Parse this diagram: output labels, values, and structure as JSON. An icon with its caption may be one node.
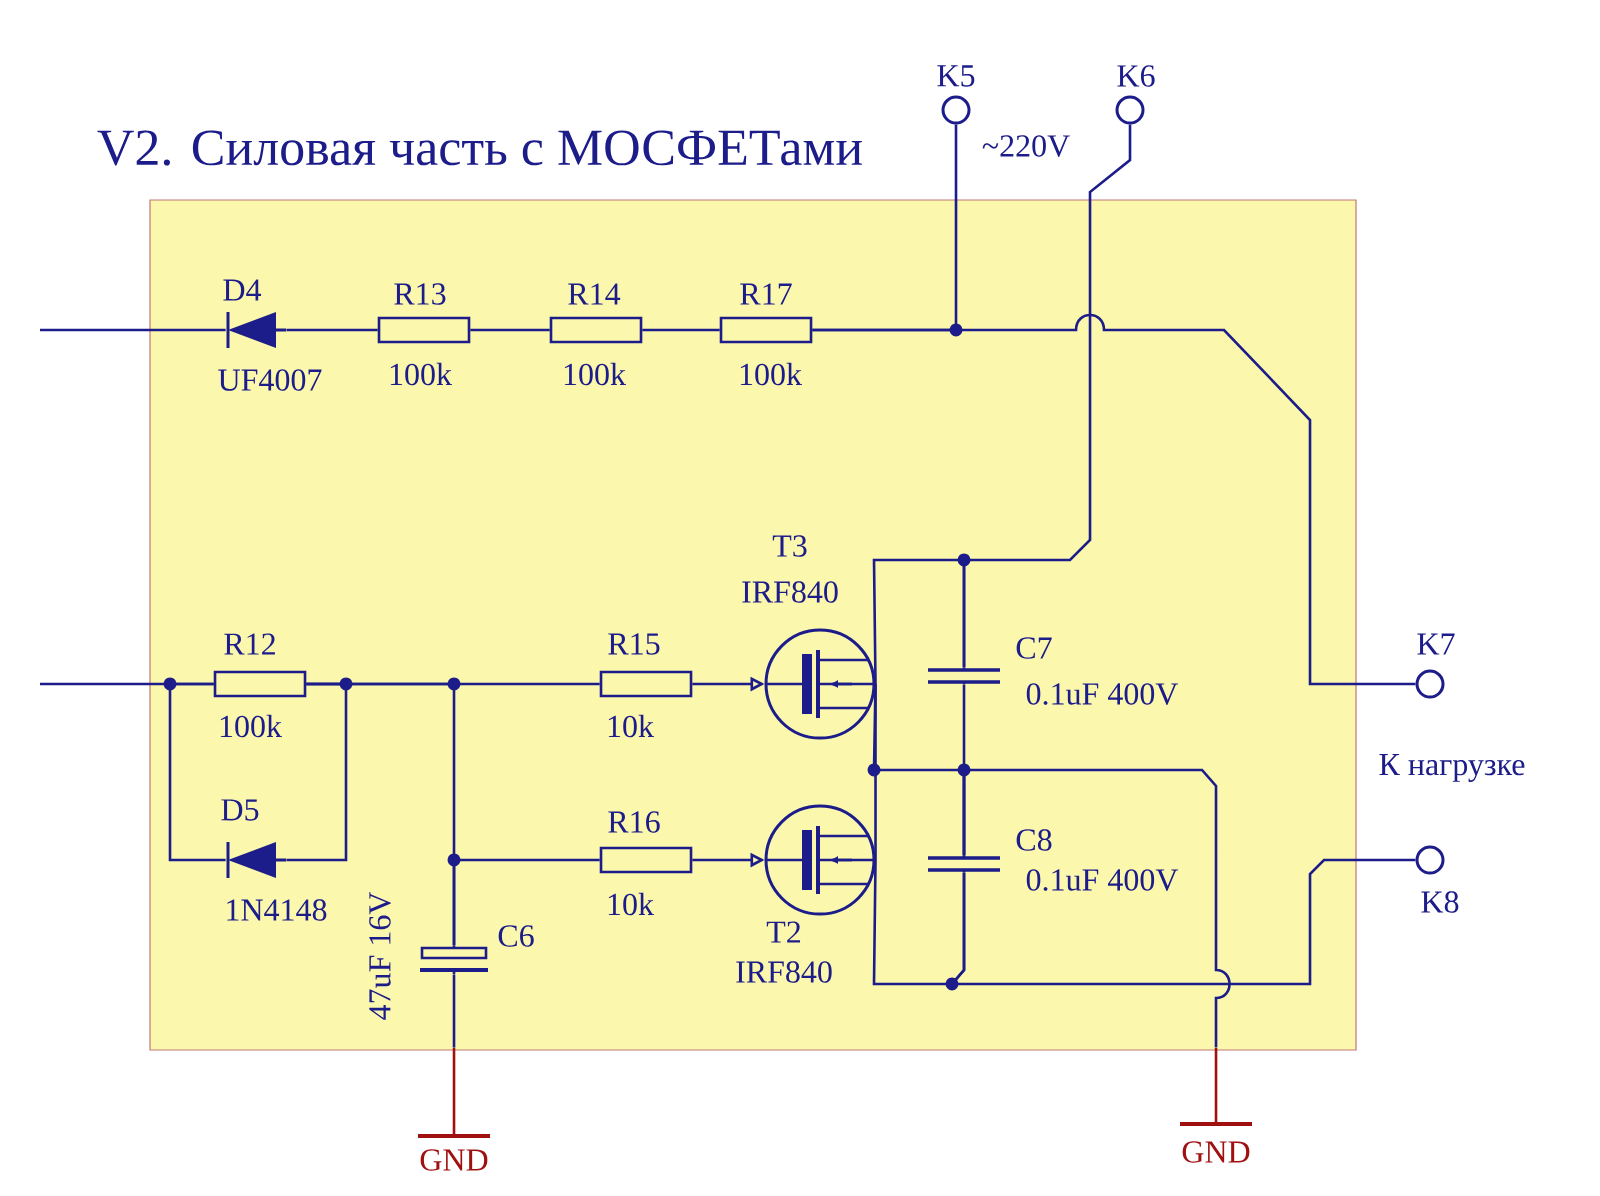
{
  "diagram": {
    "title": "V2. Силовая часть с МОСФЕТами",
    "nodes": [
      {
        "text": [
          "D4",
          "UF4007"
        ]
      },
      {
        "text": [
          "R13",
          "100k"
        ]
      },
      {
        "text": [
          "R14",
          "100k"
        ]
      },
      {
        "text": [
          "R17",
          "100k"
        ]
      },
      {
        "text": [
          "K5"
        ],
        "beside": [
          "~220V"
        ]
      },
      {
        "text": [
          "K6"
        ]
      },
      {
        "text": [
          "R12",
          "100k"
        ]
      },
      {
        "text": [
          "D5",
          "1N4148"
        ]
      },
      {
        "text": [
          "C6",
          "47uF 16V"
        ]
      },
      {
        "text": [
          "R15",
          "10k"
        ]
      },
      {
        "text": [
          "R16",
          "10k"
        ]
      },
      {
        "text": [
          "T3",
          "IRF840"
        ]
      },
      {
        "text": [
          "T2",
          "IRF840"
        ]
      },
      {
        "text": [
          "C7",
          "0.1uF 400V"
        ]
      },
      {
        "text": [
          "C8",
          "0.1uF 400V"
        ]
      },
      {
        "text": [
          "K7"
        ]
      },
      {
        "text": [
          "K8"
        ]
      },
      {
        "text": [
          "GND"
        ]
      },
      {
        "text": [
          "GND"
        ]
      }
    ],
    "edges": [
      {
        "from": null,
        "to": 0,
        "arrow": "none"
      },
      {
        "from": 0,
        "to": 1,
        "arrow": "none"
      },
      {
        "from": 1,
        "to": 2,
        "arrow": "none"
      },
      {
        "from": 2,
        "to": 3,
        "arrow": "none"
      },
      {
        "from": 3,
        "to": 4,
        "arrow": "none"
      },
      {
        "from": 3,
        "to": 15,
        "arrow": "none"
      },
      {
        "from": 5,
        "to": 13,
        "arrow": "none"
      },
      {
        "from": 13,
        "to": 11,
        "arrow": "none"
      },
      {
        "from": null,
        "to": 6,
        "arrow": "none"
      },
      {
        "from": 6,
        "to": 7,
        "arrow": "none"
      },
      {
        "from": 7,
        "to": 6,
        "arrow": "none"
      },
      {
        "from": 6,
        "to": 9,
        "arrow": "none"
      },
      {
        "from": 6,
        "to": 8,
        "arrow": "none"
      },
      {
        "from": 8,
        "to": 10,
        "arrow": "none"
      },
      {
        "from": 9,
        "to": 11,
        "arrow": "to"
      },
      {
        "from": 10,
        "to": 12,
        "arrow": "to"
      },
      {
        "from": 8,
        "to": 17,
        "arrow": "none"
      },
      {
        "from": 11,
        "to": 12,
        "arrow": "none"
      },
      {
        "from": 13,
        "to": 14,
        "arrow": "none"
      },
      {
        "from": 11,
        "to": 14,
        "arrow": "none"
      },
      {
        "from": 14,
        "to": 18,
        "arrow": "none"
      },
      {
        "from": 12,
        "to": 14,
        "arrow": "none"
      },
      {
        "from": 14,
        "to": 16,
        "arrow": "none"
      }
    ],
    "labels": [
      "К нагрузке"
    ]
  }
}
